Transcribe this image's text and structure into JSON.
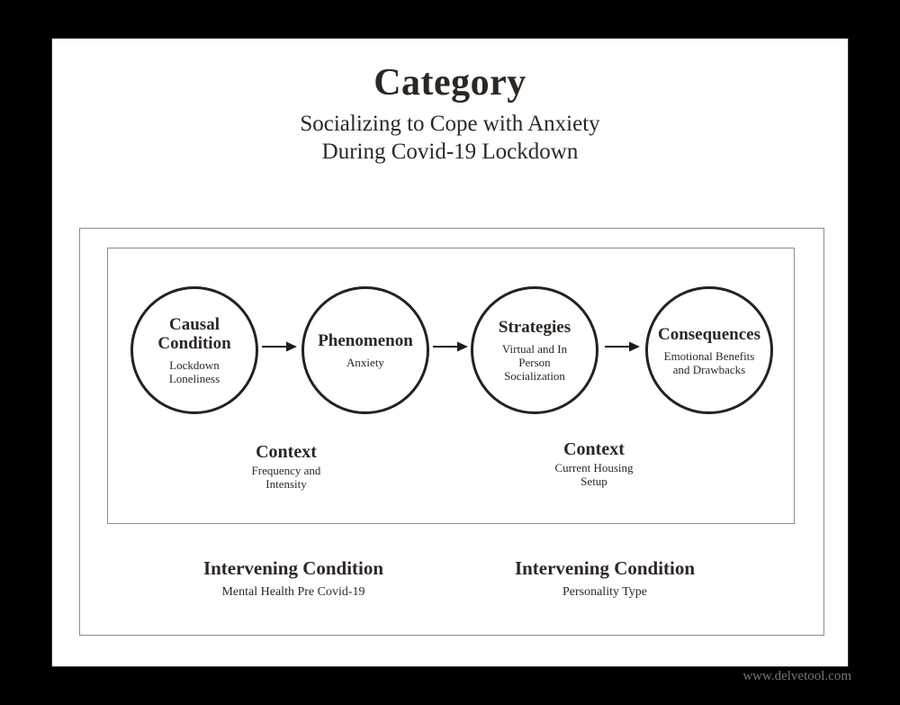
{
  "page": {
    "title": "Category",
    "subtitle": "Socializing to Cope with Anxiety\nDuring Covid-19 Lockdown"
  },
  "diagram": {
    "nodes": [
      {
        "label": "Causal\nCondition",
        "sub": "Lockdown\nLoneliness"
      },
      {
        "label": "Phenomenon",
        "sub": "Anxiety"
      },
      {
        "label": "Strategies",
        "sub": "Virtual and In\nPerson\nSocialization"
      },
      {
        "label": "Consequences",
        "sub": "Emotional Benefits\nand Drawbacks"
      }
    ],
    "contexts": [
      {
        "label": "Context",
        "sub": "Frequency and\nIntensity"
      },
      {
        "label": "Context",
        "sub": "Current Housing\nSetup"
      }
    ],
    "intervening": [
      {
        "label": "Intervening Condition",
        "sub": "Mental Health Pre Covid-19"
      },
      {
        "label": "Intervening Condition",
        "sub": "Personality Type"
      }
    ]
  },
  "watermark": "www.delvetool.com",
  "colors": {
    "background": "#000000",
    "page": "#ffffff",
    "ink": "#2d2724",
    "circle_border": "#262120",
    "box_border": "#8f8b89",
    "watermark": "#7e7370"
  }
}
